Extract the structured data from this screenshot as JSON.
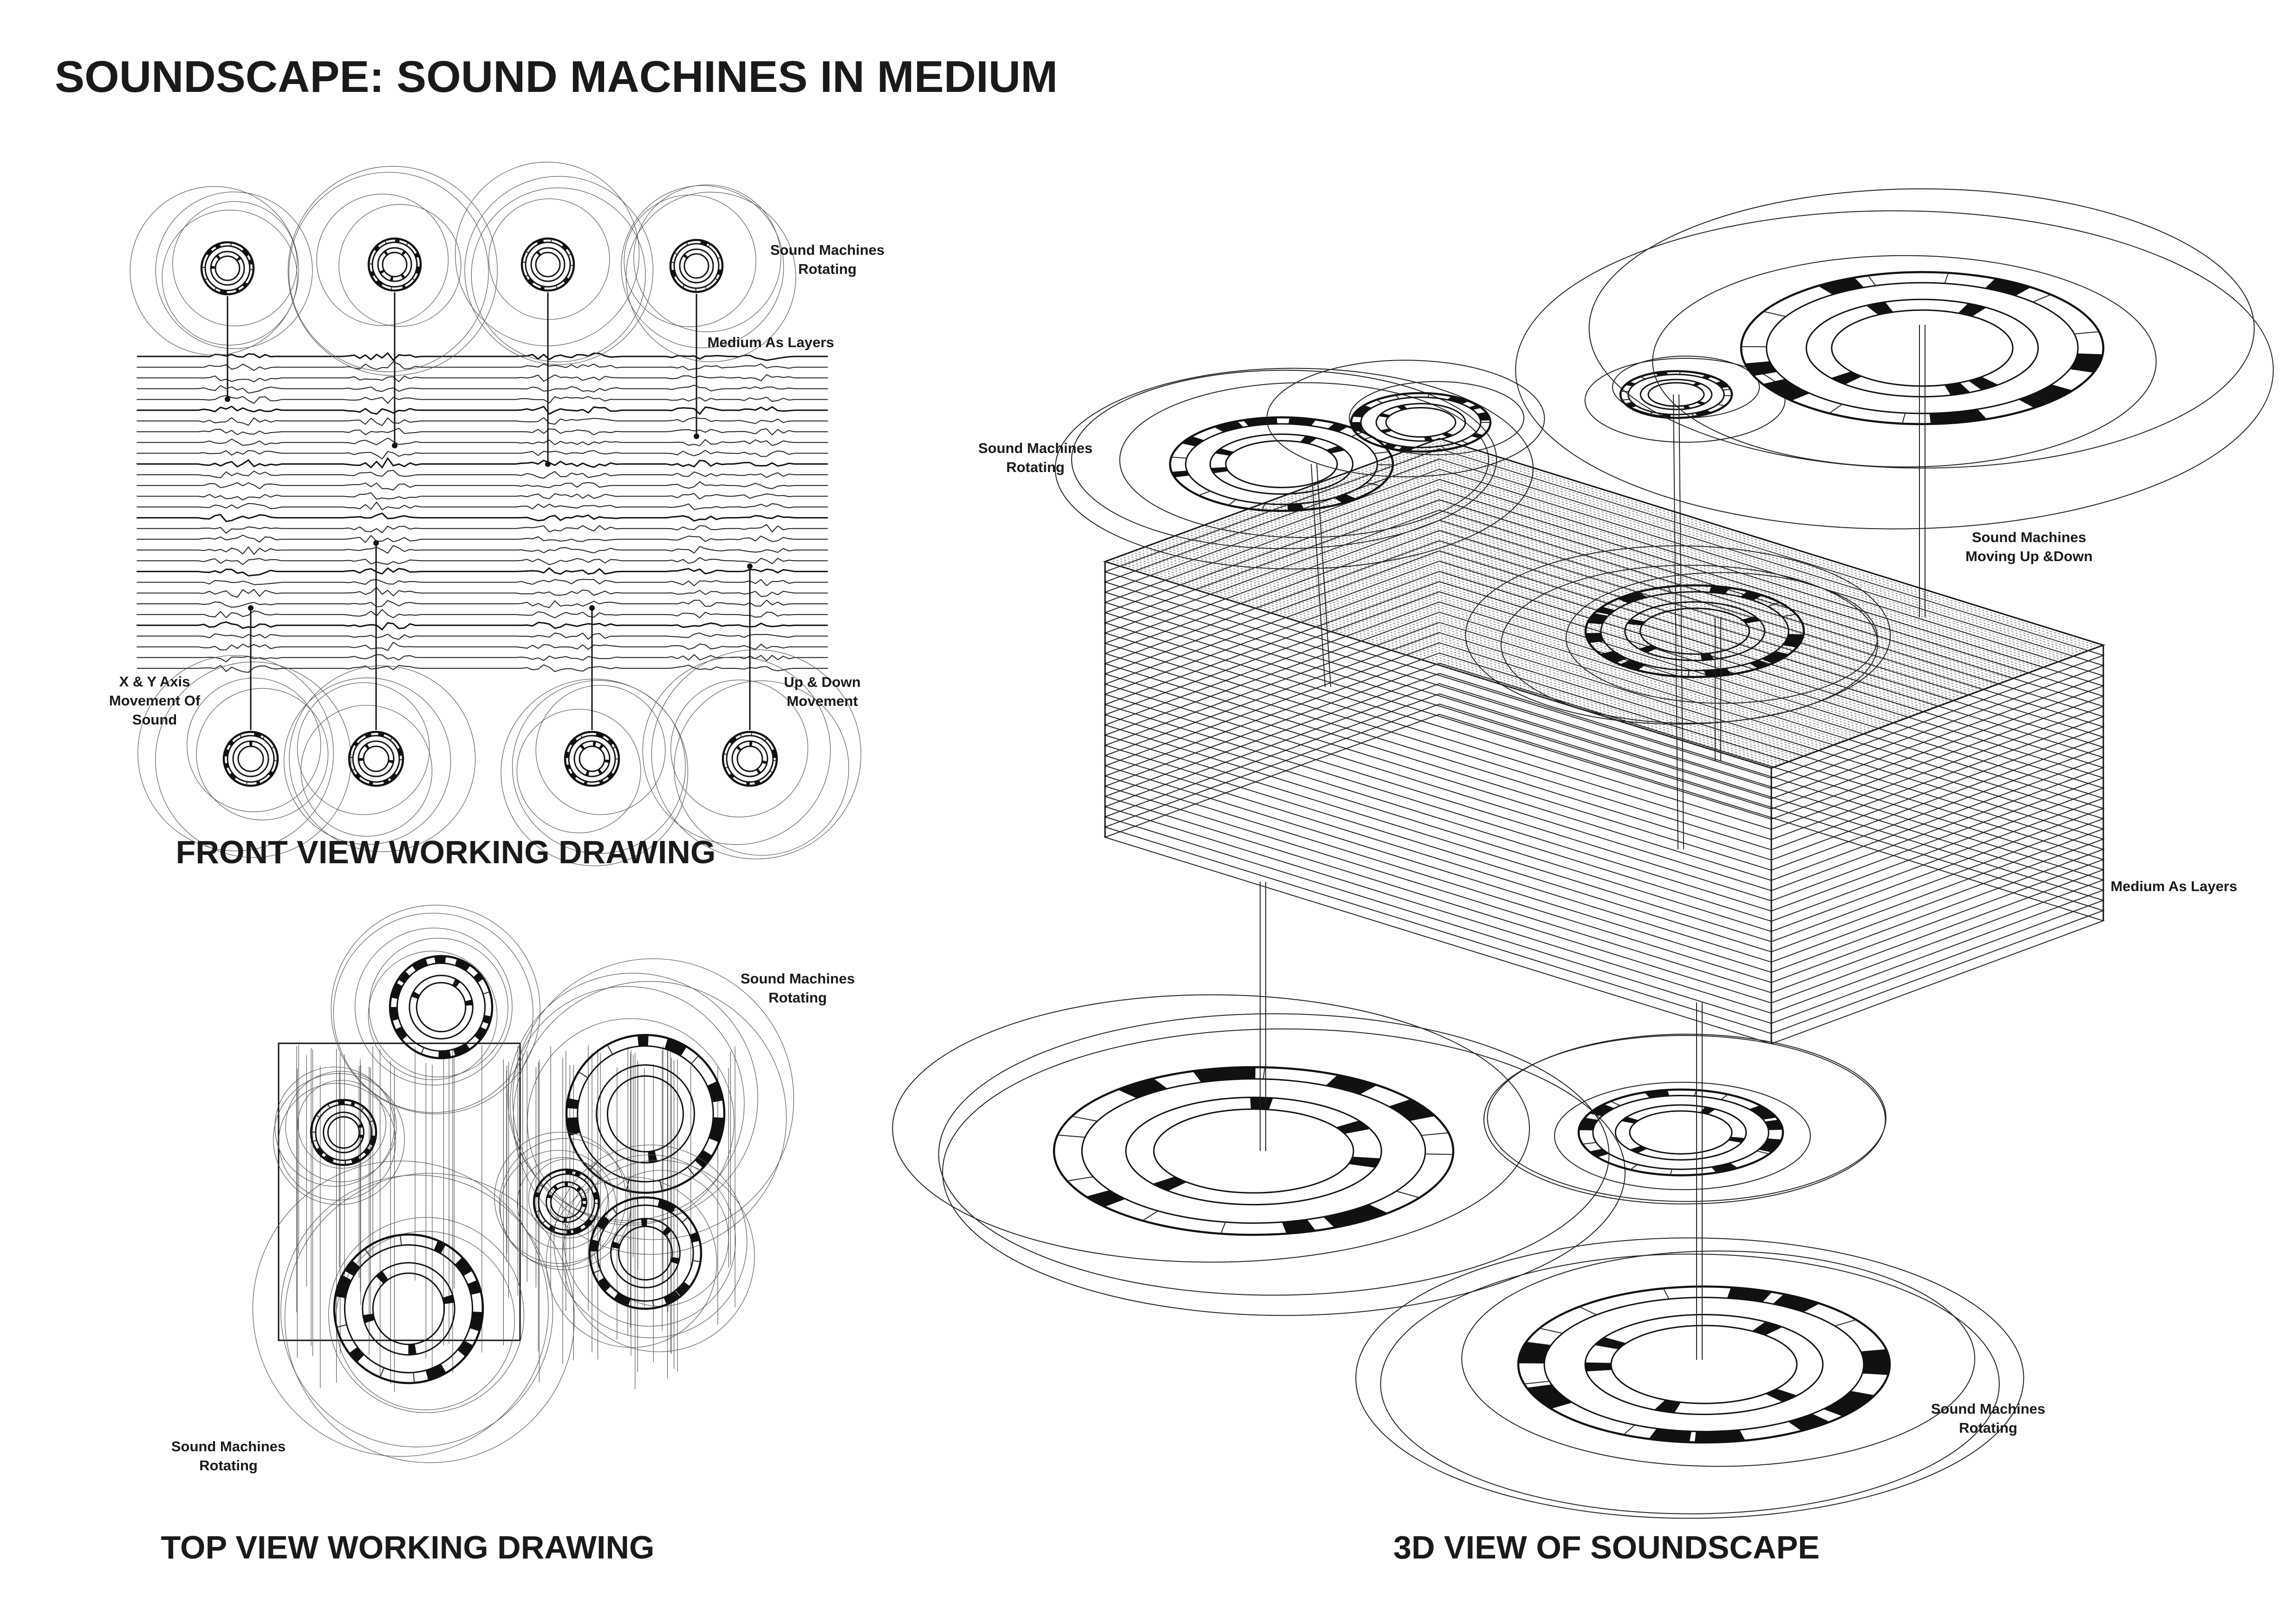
{
  "title": "SOUNDSCAPE: SOUND MACHINES IN MEDIUM",
  "front_view": {
    "heading": "FRONT VIEW WORKING DRAWING",
    "label_rotating_line1": "Sound Machines",
    "label_rotating_line2": "Rotating",
    "label_layers": "Medium As Layers",
    "label_xy_line1": "X & Y Axis",
    "label_xy_line2": "Movement Of",
    "label_xy_line3": "Sound",
    "label_updown_line1": "Up & Down",
    "label_updown_line2": "Movement"
  },
  "top_view": {
    "heading": "TOP VIEW WORKING DRAWING",
    "label_rotating_a_line1": "Sound Machines",
    "label_rotating_a_line2": "Rotating",
    "label_rotating_b_line1": "Sound Machines",
    "label_rotating_b_line2": "Rotating"
  },
  "view_3d": {
    "heading": "3D VIEW OF SOUNDSCAPE",
    "label_rotating_a_line1": "Sound Machines",
    "label_rotating_a_line2": "Rotating",
    "label_moving_line1": "Sound Machines",
    "label_moving_line2": "Moving Up &Down",
    "label_layers": "Medium As Layers",
    "label_rotating_b_line1": "Sound Machines",
    "label_rotating_b_line2": "Rotating"
  }
}
